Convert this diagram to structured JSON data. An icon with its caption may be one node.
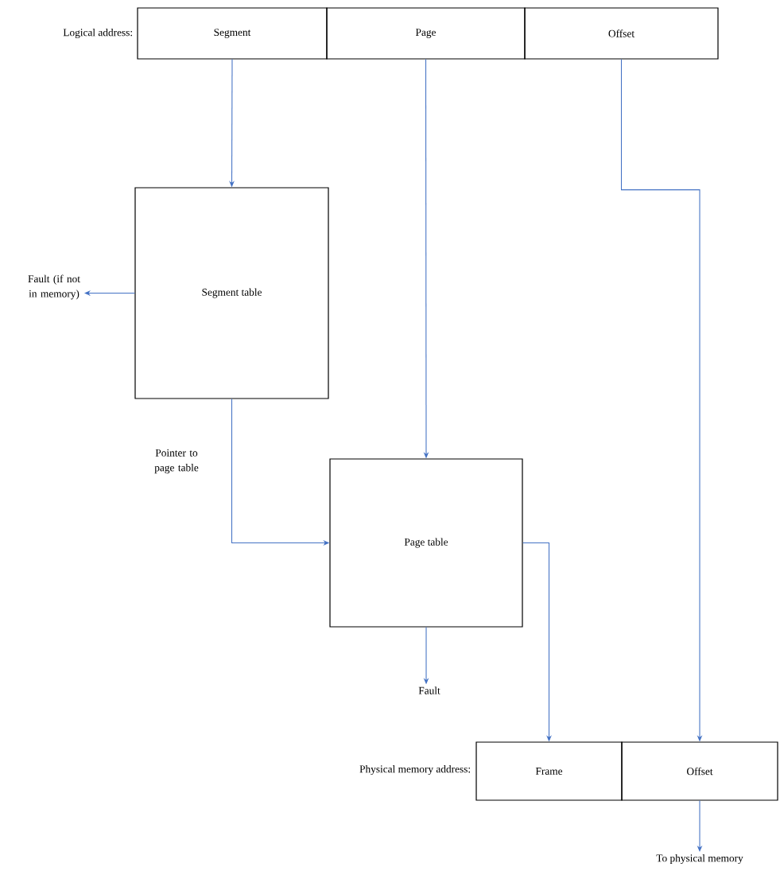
{
  "diagram": {
    "nodes": [
      {
        "text": [
          "Segment"
        ]
      },
      {
        "text": [
          "Page"
        ]
      },
      {
        "text": [
          "Offset"
        ]
      },
      {
        "text": [
          "Segment table"
        ]
      },
      {
        "text": [
          "Page table"
        ]
      },
      {
        "text": [
          "Frame"
        ]
      },
      {
        "text": [
          "Offset"
        ]
      },
      {
        "text": [
          "Fault (if not in memory)"
        ]
      },
      {
        "text": [
          "Fault"
        ]
      },
      {
        "text": [
          "To physical memory"
        ]
      }
    ],
    "edges": [
      {
        "from": 0,
        "to": 3,
        "arrow": "to"
      },
      {
        "from": 1,
        "to": 4,
        "arrow": "to"
      },
      {
        "from": 2,
        "to": 6,
        "arrow": "to"
      },
      {
        "from": 3,
        "to": 7,
        "arrow": "to"
      },
      {
        "from": 3,
        "to": 4,
        "arrow": "to",
        "label": "Pointer to page table"
      },
      {
        "from": 4,
        "to": 8,
        "arrow": "to"
      },
      {
        "from": 4,
        "to": 5,
        "arrow": "to"
      },
      {
        "from": 6,
        "to": 9,
        "arrow": "to"
      }
    ],
    "labels": [
      "Logical address:",
      "Physical memory address:"
    ]
  }
}
